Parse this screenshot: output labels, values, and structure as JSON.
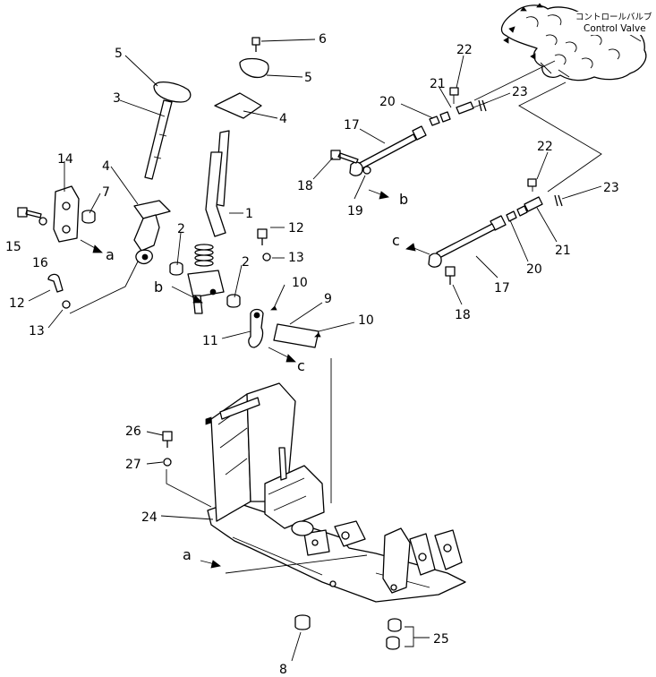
{
  "control_valve": {
    "label_jp": "コントロールバルブ",
    "label_en": "Control Valve"
  },
  "callouts": [
    {
      "id": "c-6",
      "text": "6"
    },
    {
      "id": "c-5a",
      "text": "5"
    },
    {
      "id": "c-5b",
      "text": "5"
    },
    {
      "id": "c-3",
      "text": "3"
    },
    {
      "id": "c-4a",
      "text": "4"
    },
    {
      "id": "c-4b",
      "text": "4"
    },
    {
      "id": "c-14",
      "text": "14"
    },
    {
      "id": "c-7",
      "text": "7"
    },
    {
      "id": "c-1",
      "text": "1"
    },
    {
      "id": "c-2a",
      "text": "2"
    },
    {
      "id": "c-2b",
      "text": "2"
    },
    {
      "id": "c-15",
      "text": "15"
    },
    {
      "id": "c-16",
      "text": "16"
    },
    {
      "id": "c-12a",
      "text": "12"
    },
    {
      "id": "c-13a",
      "text": "13"
    },
    {
      "id": "c-12b",
      "text": "12"
    },
    {
      "id": "c-13b",
      "text": "13"
    },
    {
      "id": "c-10a",
      "text": "10"
    },
    {
      "id": "c-9",
      "text": "9"
    },
    {
      "id": "c-10b",
      "text": "10"
    },
    {
      "id": "c-11",
      "text": "11"
    },
    {
      "id": "c-22a",
      "text": "22"
    },
    {
      "id": "c-21a",
      "text": "21"
    },
    {
      "id": "c-23a",
      "text": "23"
    },
    {
      "id": "c-20a",
      "text": "20"
    },
    {
      "id": "c-17a",
      "text": "17"
    },
    {
      "id": "c-18a",
      "text": "18"
    },
    {
      "id": "c-19",
      "text": "19"
    },
    {
      "id": "c-22b",
      "text": "22"
    },
    {
      "id": "c-23b",
      "text": "23"
    },
    {
      "id": "c-21b",
      "text": "21"
    },
    {
      "id": "c-20b",
      "text": "20"
    },
    {
      "id": "c-17b",
      "text": "17"
    },
    {
      "id": "c-18b",
      "text": "18"
    },
    {
      "id": "c-26",
      "text": "26"
    },
    {
      "id": "c-27",
      "text": "27"
    },
    {
      "id": "c-24",
      "text": "24"
    },
    {
      "id": "c-8",
      "text": "8"
    },
    {
      "id": "c-25",
      "text": "25"
    }
  ],
  "connectors": [
    {
      "id": "a-left",
      "text": "a"
    },
    {
      "id": "a-bottom",
      "text": "a"
    },
    {
      "id": "b-left",
      "text": "b"
    },
    {
      "id": "b-right",
      "text": "b"
    },
    {
      "id": "c-mid",
      "text": "c"
    },
    {
      "id": "c-right",
      "text": "c"
    }
  ]
}
